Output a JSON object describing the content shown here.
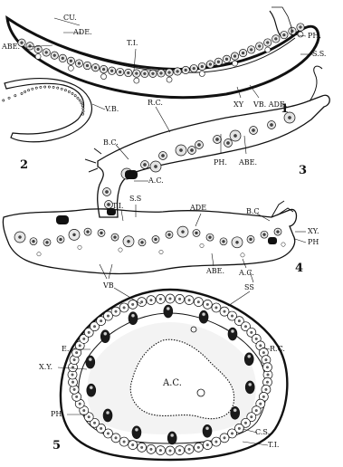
{
  "figures": [
    {
      "id": "1",
      "number": "1"
    },
    {
      "id": "2",
      "number": "2"
    },
    {
      "id": "3",
      "number": "3"
    },
    {
      "id": "4",
      "number": "4"
    },
    {
      "id": "5",
      "number": "5"
    }
  ],
  "labels": {
    "f1": {
      "cu": "CU.",
      "ade": "ADE.",
      "abe": "ABE.",
      "ti": "T.I.",
      "ph": "PH.",
      "ss": "S.S.",
      "xy": "XY",
      "vb_ade": "VB. ADE."
    },
    "f2": {
      "vb": "V.B."
    },
    "f3": {
      "rc": "R.C.",
      "bc": "B.C.",
      "ac": "A.C.",
      "ph": "PH.",
      "abe": "ABE."
    },
    "f4": {
      "ss": "S.S",
      "ti": "T.I.",
      "ade": "ADE",
      "bc": "B.C",
      "xy": "XY.",
      "ph": "PH",
      "vb": "VB",
      "abe": "ABE.",
      "ac": "A.C.",
      "ss2": "SS"
    },
    "f5": {
      "e": "E.",
      "xy": "X.Y.",
      "rc": "R.C.",
      "ac": "A.C.",
      "ph": "PH.",
      "cs": "C.S.",
      "ti": "T.I."
    }
  }
}
